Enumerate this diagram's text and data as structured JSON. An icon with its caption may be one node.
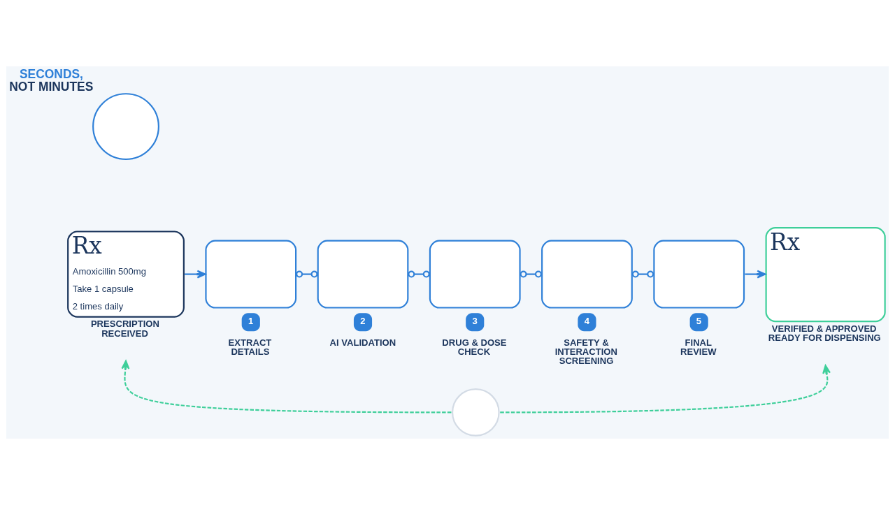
{
  "diagram": {
    "nodes": [
      {
        "text": [],
        "shape": "circle",
        "beside": [
          "SECONDS,",
          "NOT MINUTES"
        ]
      },
      {
        "text": [
          "Rx",
          "Amoxicillin 500mg",
          "Take 1 capsule",
          "2 times daily"
        ],
        "beside": [
          "PRESCRIPTION RECEIVED"
        ]
      },
      {
        "text": [],
        "shape": "box",
        "beside": [
          "1",
          "EXTRACT DETAILS"
        ]
      },
      {
        "text": [],
        "shape": "box",
        "beside": [
          "2",
          "AI VALIDATION"
        ]
      },
      {
        "text": [],
        "shape": "box",
        "beside": [
          "3",
          "DRUG & DOSE CHECK"
        ]
      },
      {
        "text": [],
        "shape": "box",
        "beside": [
          "4",
          "SAFETY & INTERACTION SCREENING"
        ]
      },
      {
        "text": [],
        "shape": "box",
        "beside": [
          "5",
          "FINAL REVIEW"
        ]
      },
      {
        "text": [
          "Rx"
        ],
        "beside": [
          "VERIFIED & APPROVED READY FOR DISPENSING"
        ]
      },
      {
        "text": [],
        "shape": "circle"
      }
    ],
    "edges": [
      {
        "from": 1,
        "to": 2,
        "arrow": "to"
      },
      {
        "from": 2,
        "to": 3,
        "arrow": "other"
      },
      {
        "from": 3,
        "to": 4,
        "arrow": "other"
      },
      {
        "from": 4,
        "to": 5,
        "arrow": "other"
      },
      {
        "from": 5,
        "to": 6,
        "arrow": "other"
      },
      {
        "from": 6,
        "to": 7,
        "arrow": "to"
      },
      {
        "from": 8,
        "to": 1,
        "arrow": "to",
        "style": "dashed",
        "color": "#3ecf9a"
      },
      {
        "from": 8,
        "to": 7,
        "arrow": "to",
        "style": "dashed",
        "color": "#3ecf9a"
      }
    ]
  }
}
